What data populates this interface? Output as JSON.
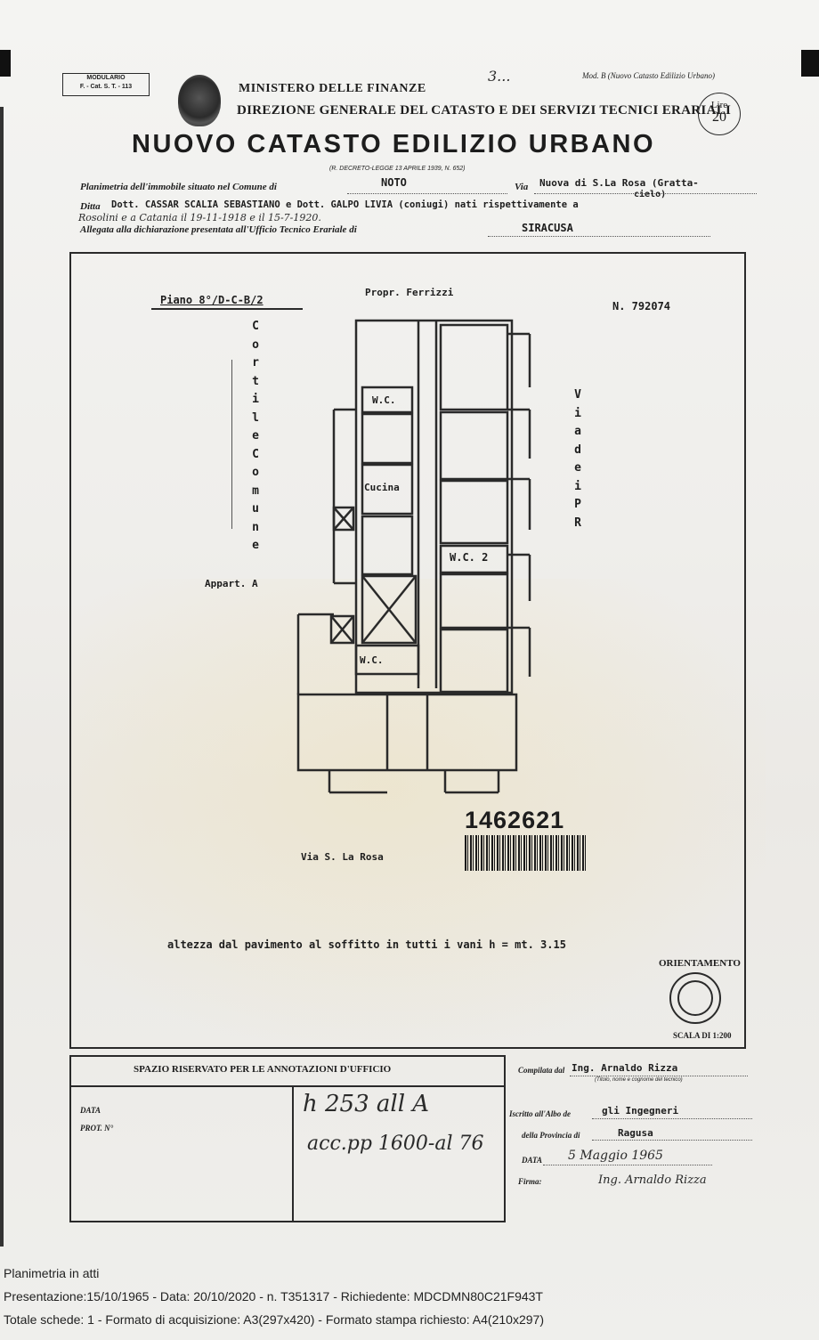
{
  "header": {
    "modulario_1": "MODULARIO",
    "modulario_2": "F. - Cat. S. T. - 113",
    "model": "Mod. B (Nuovo Catasto Edilizio Urbano)",
    "ministry": "MINISTERO DELLE FINANZE",
    "direction": "DIREZIONE GENERALE DEL CATASTO E DEI SERVIZI TECNICI ERARIALI",
    "title": "NUOVO CATASTO EDILIZIO URBANO",
    "decree": "(R. DECRETO-LEGGE 13 APRILE 1939, N. 652)",
    "lire_label": "Lire",
    "lire_value": "20",
    "corner_mark": "3..."
  },
  "form": {
    "planimetria_label": "Planimetria dell'immobile situato nel Comune di",
    "comune": "NOTO",
    "via_label": "Via",
    "via_value": "Nuova di S.La Rosa (Gratta-",
    "via_value_2": "cielo)",
    "ditta_label": "Ditta",
    "ditta_value": "Dott. CASSAR SCALIA SEBASTIANO e Dott. GALPO LIVIA (coniugi) nati rispettivamente a",
    "ditta_value_2": "Rosolini e a Catania il 19-11-1918 e il 15-7-1920.",
    "allegata_label": "Allegata alla dichiarazione presentata all'Ufficio Tecnico Erariale di",
    "ufficio": "SIRACUSA"
  },
  "plan": {
    "piano": "Piano 8°/D-C-B/2",
    "propr": "Propr. Ferrizzi",
    "numero": "N. 792074",
    "cortile": [
      "C",
      "o",
      "r",
      "t",
      "i",
      "l",
      "e",
      "C",
      "o",
      "m",
      "u",
      "n",
      "e"
    ],
    "via_right": [
      "V",
      "i",
      "a",
      "d",
      "e",
      "i",
      "",
      "P",
      "R"
    ],
    "room_wc1": "W.C.",
    "room_cucina": "Cucina",
    "room_wc2": "W.C. 2",
    "room_wc3": "W.C.",
    "appart": "Appart. A",
    "barcode_number": "1462621",
    "via_bottom": "Via S. La Rosa",
    "altezza": "altezza dal pavimento al soffitto in tutti i vani h = mt. 3.15",
    "orientamento": "ORIENTAMENTO",
    "scala": "SCALA DI 1:200"
  },
  "office": {
    "heading": "SPAZIO RISERVATO PER LE ANNOTAZIONI D'UFFICIO",
    "data_label": "DATA",
    "prot_label": "PROT. N°",
    "hand_1": "h 253 all A",
    "hand_2": "acc.pp 1600-al 76"
  },
  "compiler": {
    "compilata_label": "Compilata dal",
    "compilata_value": "Ing. Arnaldo Rizza",
    "sub_label": "(Titolo, nome e cognome del tecnico)",
    "iscritto_label": "Iscritto all'Albo de",
    "iscritto_value": "gli Ingegneri",
    "provincia_label": "della Provincia di",
    "provincia_value": "Ragusa",
    "data_label": "DATA",
    "data_value": "5 Maggio 1965",
    "firma_label": "Firma:",
    "firma_value": "Ing. Arnaldo Rizza"
  },
  "footer": {
    "line1": "Planimetria in atti",
    "line2": "Presentazione:15/10/1965 - Data: 20/10/2020 - n. T351317 - Richiedente: MDCDMN80C21F943T",
    "line3": "Totale schede: 1 - Formato di acquisizione: A3(297x420) - Formato stampa richiesto: A4(210x297)"
  }
}
